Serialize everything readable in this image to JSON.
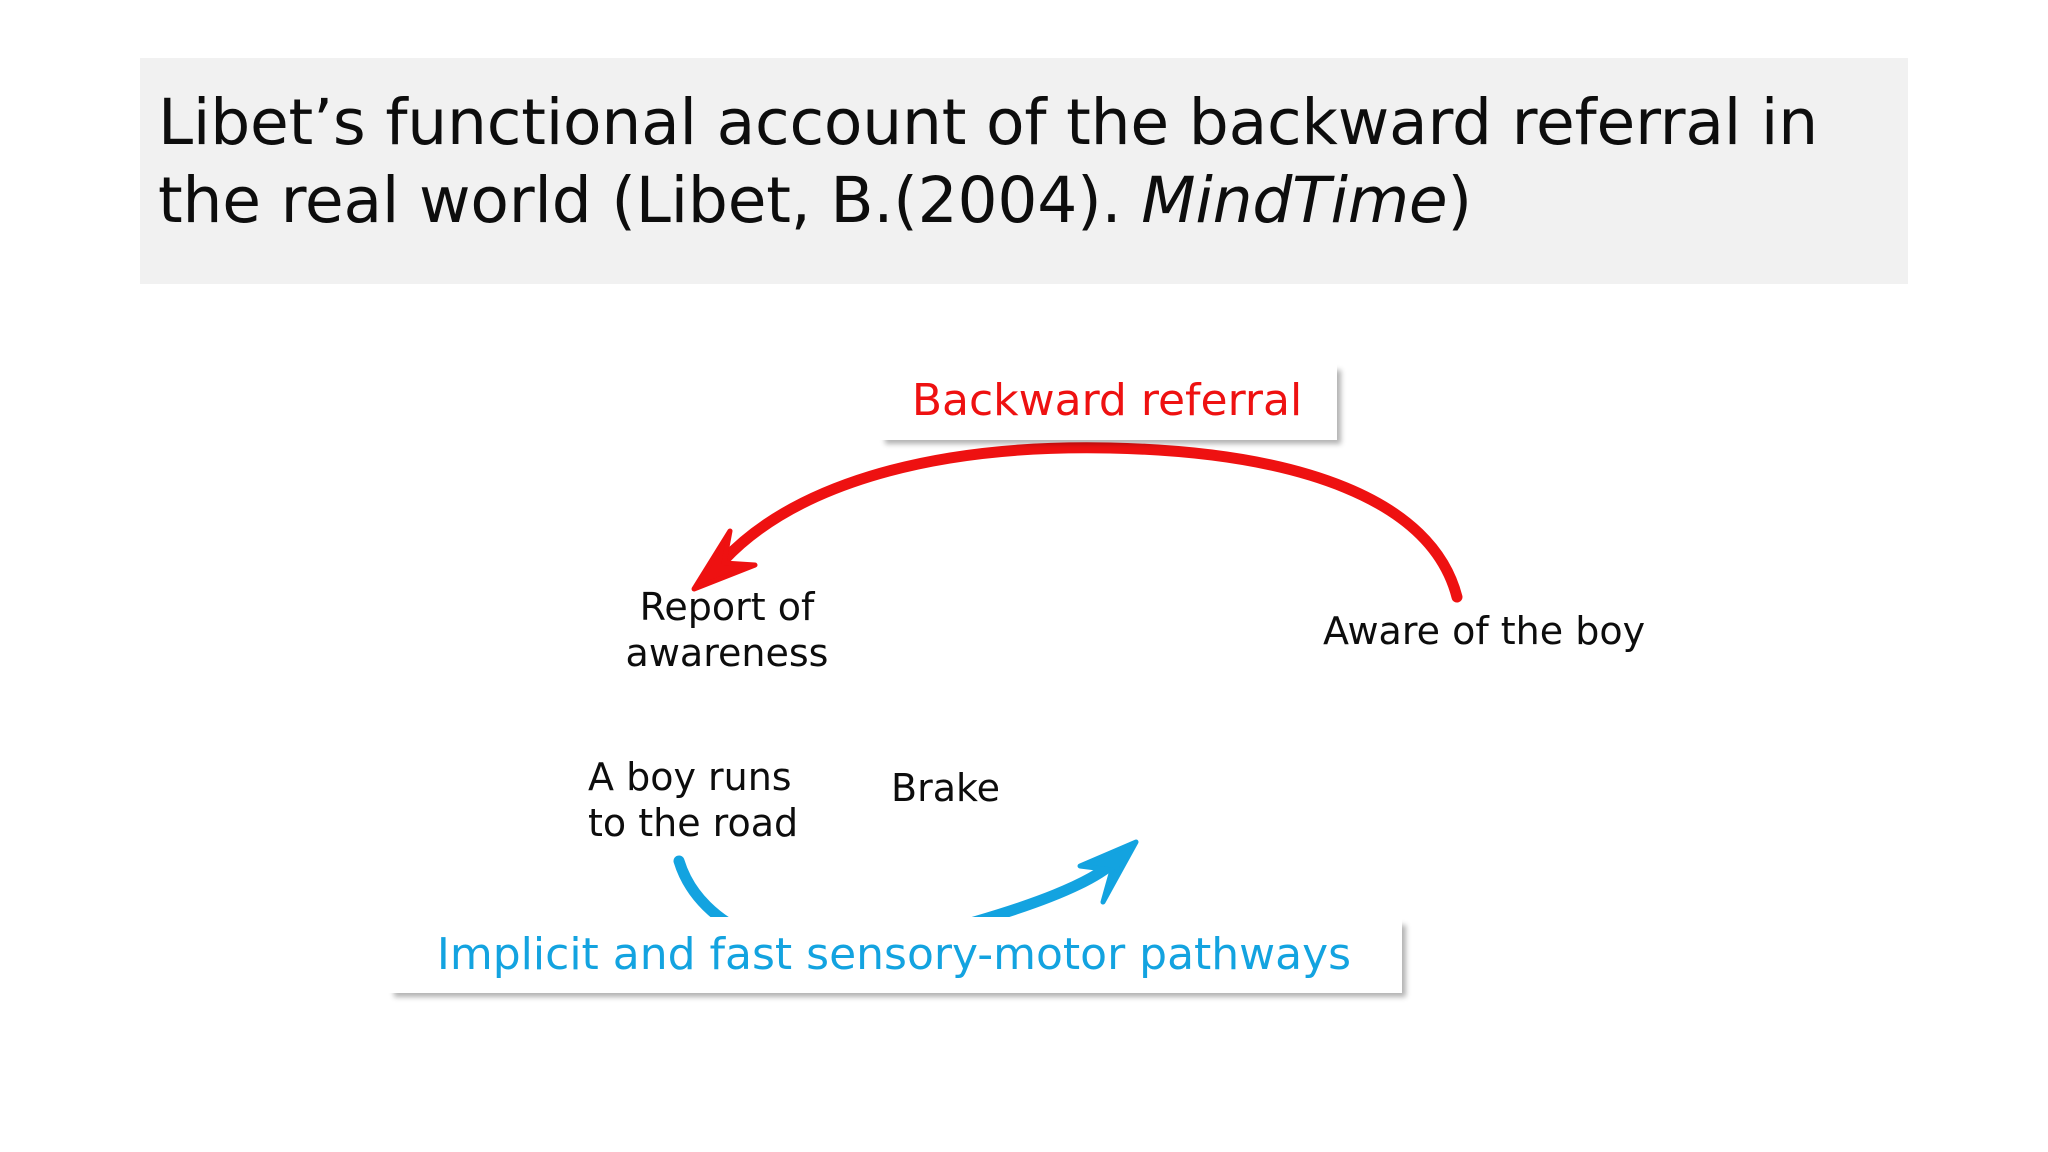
{
  "slide": {
    "background_color": "#ffffff",
    "title": {
      "banner_color": "#F1F1F1",
      "text_plain": "Libet’s functional account of the backward referral in the real world (Libet, B.(2004). MindTime)",
      "line1": "Libet’s functional account of the backward referral in",
      "line2_prefix": "the real world (Libet, B.(2004). ",
      "line2_italic": "MindTime",
      "line2_suffix": ")",
      "text_color": "#0d0d0d"
    },
    "callouts": [
      {
        "id": "backward-referral",
        "label": "Backward referral",
        "color": "#EE1111",
        "box_color": "#ffffff"
      },
      {
        "id": "sensory-motor",
        "label": "Implicit and fast sensory-motor pathways",
        "color": "#13A3E0",
        "box_color": "#ffffff"
      }
    ],
    "labels": [
      {
        "id": "report-of-awareness",
        "text": "Report of\nawareness",
        "color": "#0d0d0d"
      },
      {
        "id": "aware-of-the-boy",
        "text": "Aware of the boy",
        "color": "#0d0d0d"
      },
      {
        "id": "a-boy-runs",
        "text": "A boy runs\nto the road",
        "color": "#0d0d0d"
      },
      {
        "id": "brake",
        "text": "Brake",
        "color": "#0d0d0d"
      }
    ],
    "arrows": [
      {
        "id": "backward-referral-arrow",
        "color": "#EE1111",
        "from_label": "Aware of the boy",
        "to_label": "Report of awareness",
        "direction": "right-to-left",
        "shape": "arc-over"
      },
      {
        "id": "sensory-motor-arrow",
        "color": "#13A3E0",
        "from_label": "A boy runs to the road",
        "to_label": "Brake",
        "direction": "left-to-right",
        "shape": "arc-under"
      }
    ]
  }
}
